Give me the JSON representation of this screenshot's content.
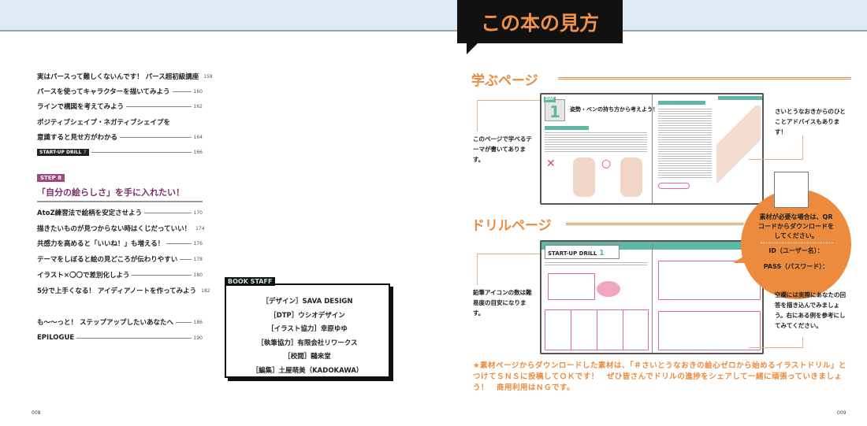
{
  "toc": {
    "items_a": [
      {
        "label": "実はパースって難しくないんです！ パース超初級講座",
        "page": "158"
      },
      {
        "label": "パースを使ってキャラクターを描いてみよう",
        "page": "160"
      },
      {
        "label": "ラインで構図を考えてみよう",
        "page": "162"
      },
      {
        "label": "ポジティブシェイプ・ネガティブシェイプを",
        "page": ""
      },
      {
        "label": "意識すると見せ方がわかる",
        "page": "164"
      }
    ],
    "drill7": {
      "label": "START-UP DRILL",
      "num": "7",
      "page": "166"
    },
    "step": {
      "label": "STEP",
      "num": "8",
      "title": "「自分の絵らしさ」を手に入れたい！"
    },
    "items_b": [
      {
        "label": "AtoZ練習法で絵柄を安定させよう",
        "page": "170"
      },
      {
        "label": "描きたいものが見つからない時はくじだっていい！",
        "page": "174"
      },
      {
        "label": "共感力を高めると「いいね！」も増える！",
        "page": "176"
      },
      {
        "label": "テーマをしぼると絵の見どころが伝わりやすい",
        "page": "178"
      },
      {
        "label": "イラスト×〇〇で差別化しよう",
        "page": "180"
      },
      {
        "label": "5分で上手くなる！ アイディアノートを作ってみよう",
        "page": "182"
      }
    ],
    "items_c": [
      {
        "label": "も〜〜っと！ ステップアップしたいあなたへ",
        "page": "186"
      },
      {
        "label": "EPILOGUE",
        "page": "190"
      }
    ]
  },
  "staff": {
    "tag": "BOOK STAFF",
    "lines": [
      "［デザイン］SAVA DESIGN",
      "［DTP］ウシオデザイン",
      "［イラスト協力］幸原ゆゆ",
      "［執筆協力］有限会社リワークス",
      "［校閲］鷗来堂",
      "［編集］土屋萌美（KADOKAWA）"
    ]
  },
  "page_left": "008",
  "page_right": "009",
  "title": "この本の見方",
  "learn": {
    "heading": "学ぶページ",
    "day": "DAY",
    "day_num": "1",
    "mini_title": "姿勢・ペンの持ち方から考えよう！",
    "callout_left": "このページで学べるテーマが書いてあります。",
    "callout_right": "さいとうなおきからのひとことアドバイスもあります！"
  },
  "drillpage": {
    "heading": "ドリルページ",
    "mini_title": "START-UP DRILL",
    "mini_num": "1",
    "callout_left": "鉛筆アイコンの数は難易度の目安になります。",
    "bubble": {
      "text": "素材が必要な場合は、QRコードからダウンロードをしてください。",
      "id": "ID（ユーザー名）：",
      "pass": "PASS（パスワード）："
    },
    "callout_right": "空欄には実際にあなたの回答を描き込んでみましょう。右にある例を参考にしてみてください。"
  },
  "note": "★素材ページからダウンロードした素材は、「＃さいとうなおきの絵心ゼロから始めるイラストドリル」とつけてＳＮＳに投稿してＯＫです！　ぜひ皆さんでドリルの進捗をシェアして一緒に頑張っていきましょう！　商用利用はＮＧです。",
  "colors": {
    "accent": "#ec8a3d",
    "step": "#a0487e",
    "teal": "#5fb8a3",
    "band": "#dcebf5"
  }
}
